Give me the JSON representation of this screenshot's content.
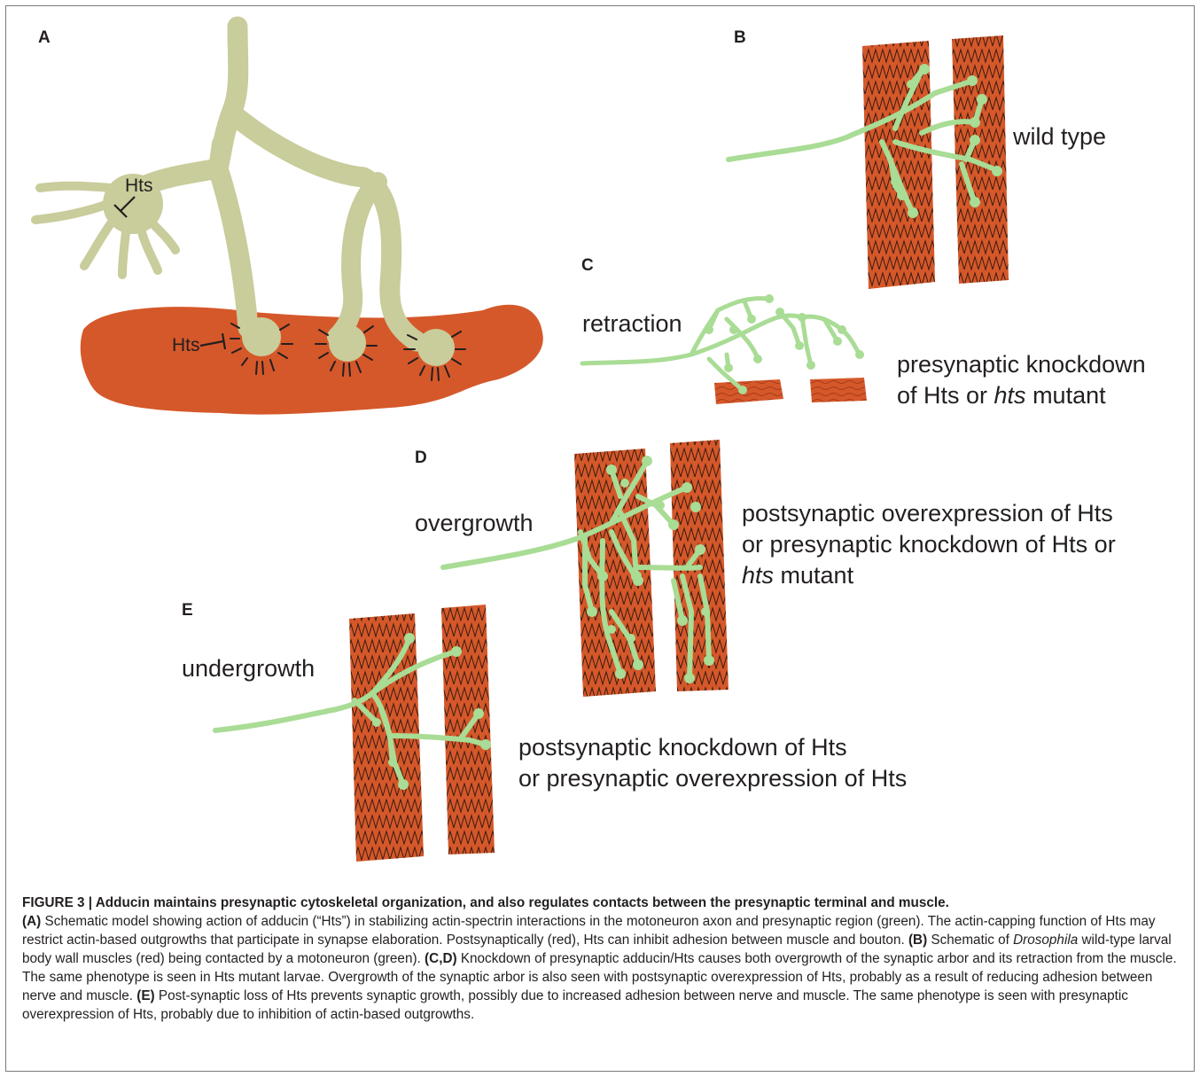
{
  "figure": {
    "panels": {
      "a": {
        "letter": "A",
        "hts_label_soma": "Hts",
        "hts_label_muscle": "Hts"
      },
      "b": {
        "letter": "B",
        "label": "wild type"
      },
      "c": {
        "letter": "C",
        "label_left": "retraction",
        "label_right_line1": "presynaptic knockdown",
        "label_right_line2_pre": "of Hts or ",
        "label_right_line2_em": "hts",
        "label_right_line2_post": " mutant"
      },
      "d": {
        "letter": "D",
        "label_left": "overgrowth",
        "label_right_line1": "postsynaptic overexpression of Hts",
        "label_right_line2": "or presynaptic knockdown of Hts or",
        "label_right_line3_em": "hts",
        "label_right_line3_post": " mutant"
      },
      "e": {
        "letter": "E",
        "label_left": "undergrowth",
        "label_right_line1": "postsynaptic knockdown of Hts",
        "label_right_line2": "or presynaptic overexpression of Hts"
      }
    },
    "colors": {
      "neuron": "#c9cc9b",
      "muscle": "#d5582a",
      "muscle_alt": "#cf4a22",
      "terminal": "#a9dc95",
      "ink": "#231f20"
    }
  },
  "caption": {
    "title": "FIGURE 3 | Adducin maintains presynaptic cytoskeletal organization, and also regulates contacts between the presynaptic terminal and muscle.",
    "a_tag": "(A)",
    "a_text": " Schematic model showing action of adducin (“Hts”) in stabilizing actin-spectrin interactions in the motoneuron axon and presynaptic region (green). The actin-capping function of Hts may restrict actin-based outgrowths that participate in synapse elaboration. Postsynaptically (red), Hts can inhibit adhesion between muscle and bouton. ",
    "b_tag": "(B)",
    "b_text_pre": " Schematic of ",
    "b_em": "Drosophila",
    "b_text_post": " wild-type larval body wall muscles (red) being contacted by a motoneuron (green). ",
    "cd_tag": "(C,D)",
    "cd_text": " Knockdown of presynaptic adducin/Hts causes both overgrowth of the synaptic arbor and its retraction from the muscle. The same phenotype is seen in Hts mutant larvae. Overgrowth of the synaptic arbor is also seen with postsynaptic overexpression of Hts, probably as a result of reducing adhesion between nerve and muscle. ",
    "e_tag": "(E)",
    "e_text": " Post-synaptic loss of Hts prevents synaptic growth, possibly due to increased adhesion between nerve and muscle. The same phenotype is seen with presynaptic overexpression of Hts, probably due to inhibition of actin-based outgrowths."
  }
}
